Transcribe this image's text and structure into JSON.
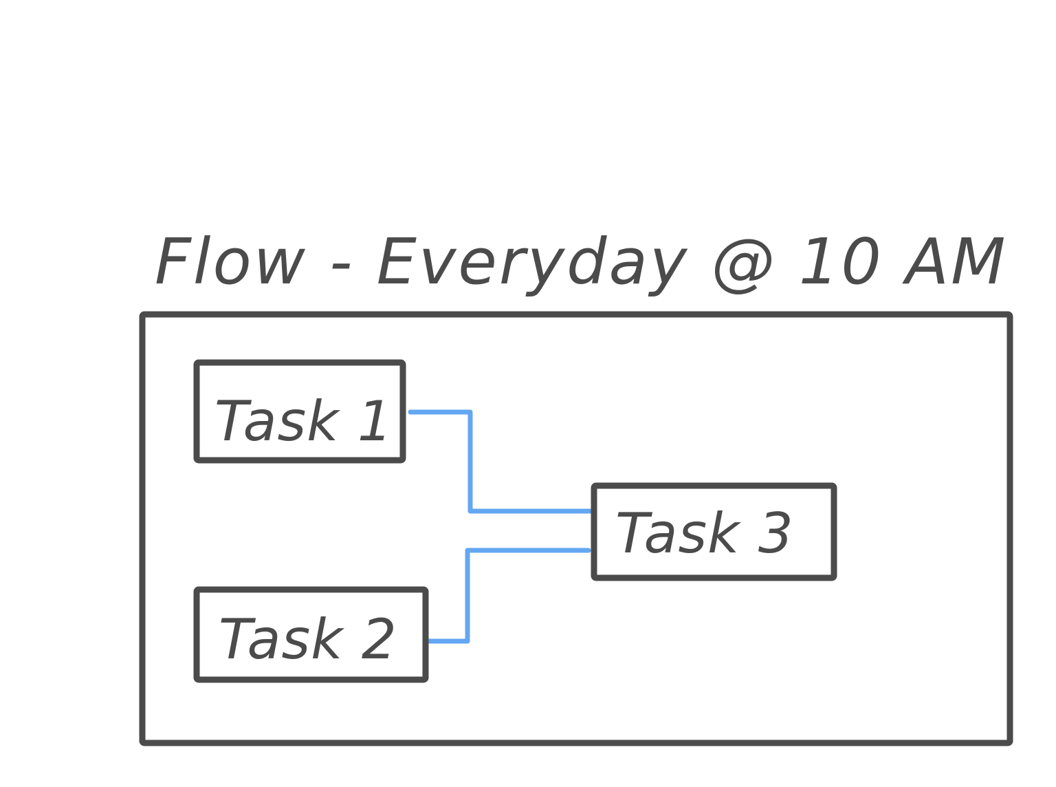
{
  "title": "Flow - Everyday @ 10 AM",
  "tasks": [
    {
      "label": "Task 1"
    },
    {
      "label": "Task 2"
    },
    {
      "label": "Task 3"
    }
  ],
  "edges": [
    {
      "from": "Task 1",
      "to": "Task 3"
    },
    {
      "from": "Task 2",
      "to": "Task 3"
    }
  ],
  "colors": {
    "ink": "#4b4b4b",
    "connector": "#63a7f2",
    "background": "#ffffff"
  }
}
